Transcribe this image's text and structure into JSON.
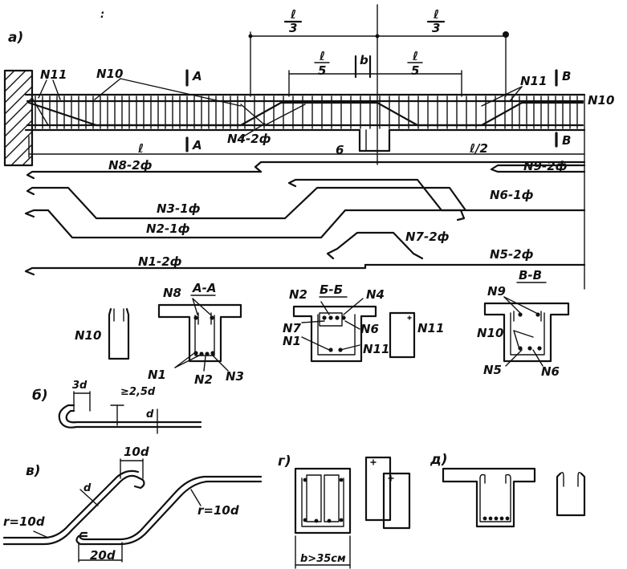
{
  "panel_labels": {
    "a": "a)",
    "b": "б)",
    "v": "в)",
    "g": "г)",
    "d": "д)"
  },
  "dims": {
    "third_num": "ℓ",
    "third_den": "3",
    "fifth_num": "ℓ",
    "fifth_den": "5",
    "b": "b",
    "l": "ℓ",
    "six": "6",
    "half": "ℓ/2"
  },
  "sections": {
    "A": "А",
    "B": "В",
    "AA": "А-А",
    "BB": "Б-Б",
    "VV": "В-В"
  },
  "bars": {
    "n8": "N8-2ф",
    "n9": "N9-2ф",
    "n3": "N3-1ф",
    "n6": "N6-1ф",
    "n2": "N2-1ф",
    "n7": "N7-2ф",
    "n5": "N5-2ф",
    "n1": "N1-2ф",
    "n4": "N4-2ф"
  },
  "marks": {
    "n1": "N1",
    "n2": "N2",
    "n3": "N3",
    "n4": "N4",
    "n5": "N5",
    "n6": "N6",
    "n7": "N7",
    "n8": "N8",
    "n9": "N9",
    "n10": "N10",
    "n11": "N11"
  },
  "hook": {
    "d3": "3d",
    "d25": "≥2,5d",
    "d": "d"
  },
  "bend": {
    "r1": "r=10d",
    "r2": "r=10d",
    "d10": "10d",
    "d20": "20d",
    "d": "d"
  },
  "width_note": "b>35см"
}
